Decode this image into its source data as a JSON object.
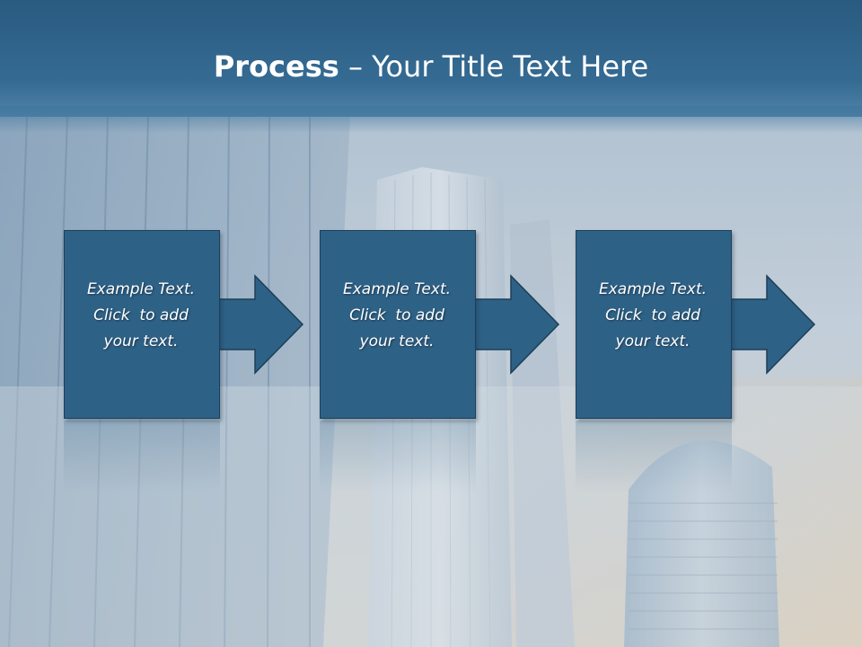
{
  "slide": {
    "title_bold": "Process",
    "title_rest": " – Your Title Text Here"
  },
  "steps": [
    {
      "line1": "Example Text.",
      "line2": "Click  to add",
      "line3": "your text."
    },
    {
      "line1": "Example Text.",
      "line2": "Click  to add",
      "line3": "your text."
    },
    {
      "line1": "Example Text.",
      "line2": "Click  to add",
      "line3": "your text."
    }
  ],
  "colors": {
    "header": "#2a5a80",
    "box_fill": "#2e6186",
    "box_border": "#1d3f58",
    "text": "#ffffff"
  }
}
